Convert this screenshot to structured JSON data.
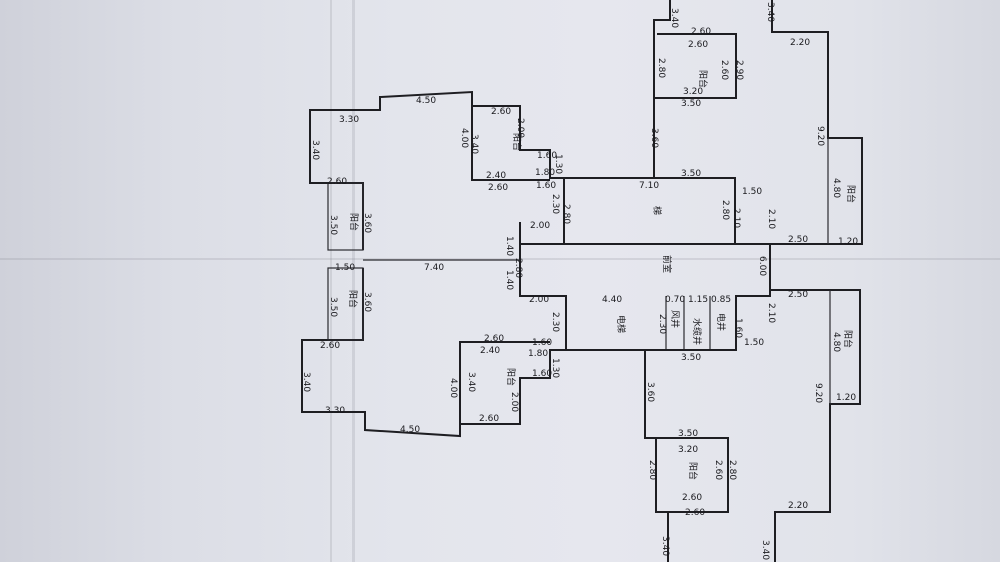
{
  "rooms": {
    "balcony": "阳台",
    "stairs": "梯",
    "corridor": "前室",
    "elevator": "电梯",
    "air_shaft": "风井",
    "water_shaft": "水缆井",
    "power_shaft": "电井"
  },
  "dims": {
    "d260": "2.60",
    "d290": "2.90",
    "d280": "2.80",
    "d320": "3.20",
    "d350": "3.50",
    "d360": "3.60",
    "d710": "7.10",
    "d220": "2.20",
    "d920": "9.20",
    "d480": "4.80",
    "d150": "1.50",
    "d210": "2.10",
    "d250": "2.50",
    "d120": "1.20",
    "d600": "6.00",
    "d450": "4.50",
    "d330": "3.30",
    "d340": "3.40",
    "d400": "4.00",
    "d200": "2.00",
    "d160": "1.60",
    "d130": "1.30",
    "d180": "1.80",
    "d240": "2.40",
    "d230": "2.30",
    "d140": "1.40",
    "d740": "7.40",
    "d440": "4.40",
    "d070": "0.70",
    "d115": "1.15",
    "d085": "0.85"
  }
}
